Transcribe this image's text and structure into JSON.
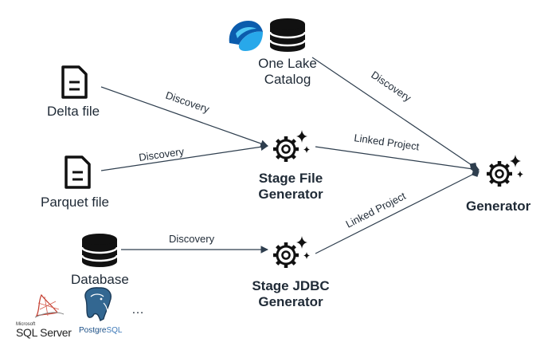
{
  "nodes": {
    "delta_file": "Delta file",
    "parquet_file": "Parquet file",
    "database": "Database",
    "one_lake_catalog_line1": "One Lake",
    "one_lake_catalog_line2": "Catalog",
    "stage_file_generator_line1": "Stage File",
    "stage_file_generator_line2": "Generator",
    "stage_jdbc_generator_line1": "Stage JDBC",
    "stage_jdbc_generator_line2": "Generator",
    "generator": "Generator"
  },
  "edges": {
    "delta_to_stage": "Discovery",
    "parquet_to_stage": "Discovery",
    "database_to_jdbc": "Discovery",
    "onelake_to_generator": "Discovery",
    "stage_file_to_generator": "Linked Project",
    "stage_jdbc_to_generator": "Linked Project"
  },
  "logos": {
    "sql_server_small": "Microsoft",
    "sql_server": "SQL Server",
    "postgres_main": "Postgre",
    "postgres_sql": "SQL",
    "more": "…"
  },
  "colors": {
    "line": "#2e3e4e",
    "icon": "#111111",
    "onelake_blue": "#1a73c9"
  }
}
